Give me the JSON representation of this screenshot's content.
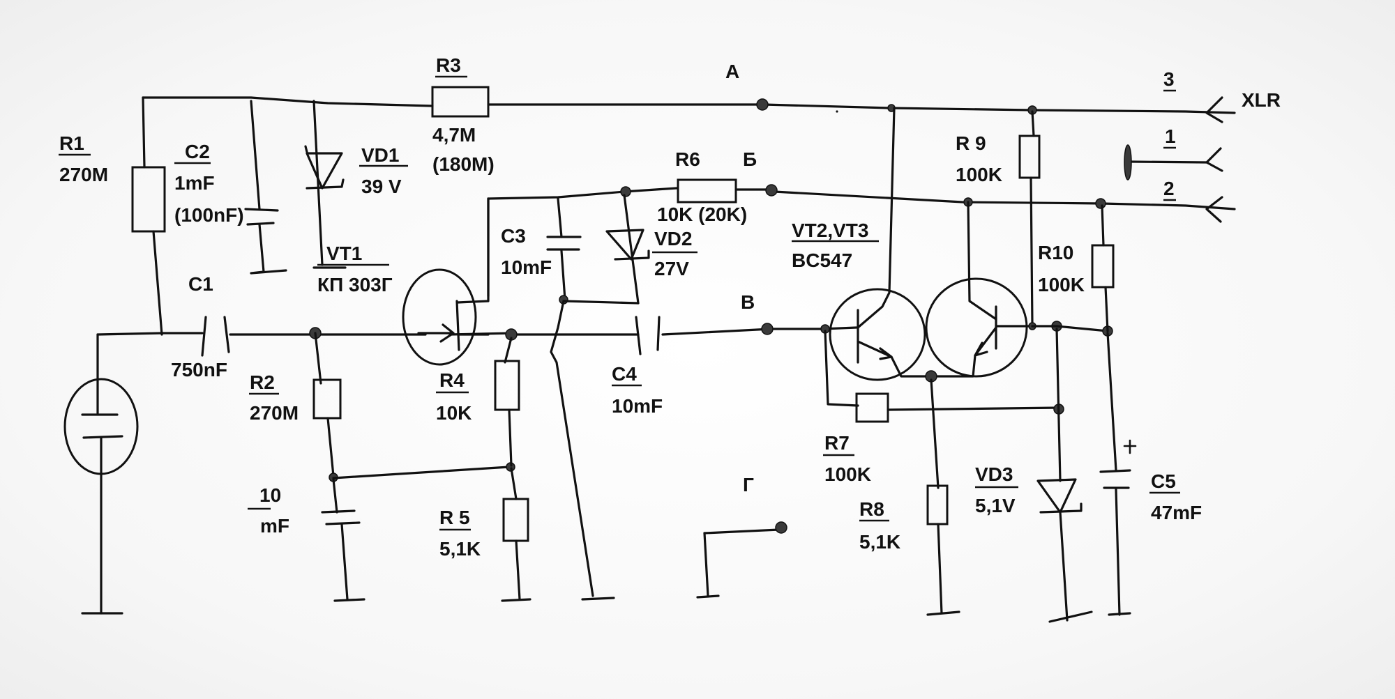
{
  "diagram": {
    "type": "hand-drawn electret/condenser microphone preamp schematic",
    "components": {
      "R1": {
        "ref": "R1",
        "value": "270M"
      },
      "R2": {
        "ref": "R2",
        "value": "270M"
      },
      "R3": {
        "ref": "R3",
        "value": "4,7M",
        "alt": "(180M)"
      },
      "R4": {
        "ref": "R4",
        "value": "10K"
      },
      "R5": {
        "ref": "R 5",
        "value": "5,1K"
      },
      "R6": {
        "ref": "R6",
        "value": "10K (20K)"
      },
      "R7": {
        "ref": "R7",
        "value": "100K"
      },
      "R8": {
        "ref": "R8",
        "value": "5,1K"
      },
      "R9": {
        "ref": "R 9",
        "value": "100K"
      },
      "R10": {
        "ref": "R10",
        "value": "100K"
      },
      "C1": {
        "ref": "C1",
        "value": "750nF"
      },
      "C2": {
        "ref": "C2",
        "value": "1mF",
        "alt": "(100nF)"
      },
      "C3": {
        "ref": "C3",
        "value": "10mF"
      },
      "C4": {
        "ref": "C4",
        "value": "10mF"
      },
      "C5": {
        "ref": "C5",
        "value": "47mF"
      },
      "C_R2": {
        "ref": "10",
        "value": "mF"
      },
      "VD1": {
        "ref": "VD1",
        "value": "39 V"
      },
      "VD2": {
        "ref": "VD2",
        "value": "27V"
      },
      "VD3": {
        "ref": "VD3",
        "value": "5,1V"
      },
      "VT1": {
        "ref": "VT1",
        "value": "КП 303Г"
      },
      "VT23": {
        "ref": "VT2,VT3",
        "value": "BC547"
      }
    },
    "nodes": {
      "A": "А",
      "B": "Б",
      "V": "В",
      "G": "Г"
    },
    "connector": {
      "name": "XLR",
      "pins": [
        "3",
        "1",
        "2"
      ]
    }
  }
}
